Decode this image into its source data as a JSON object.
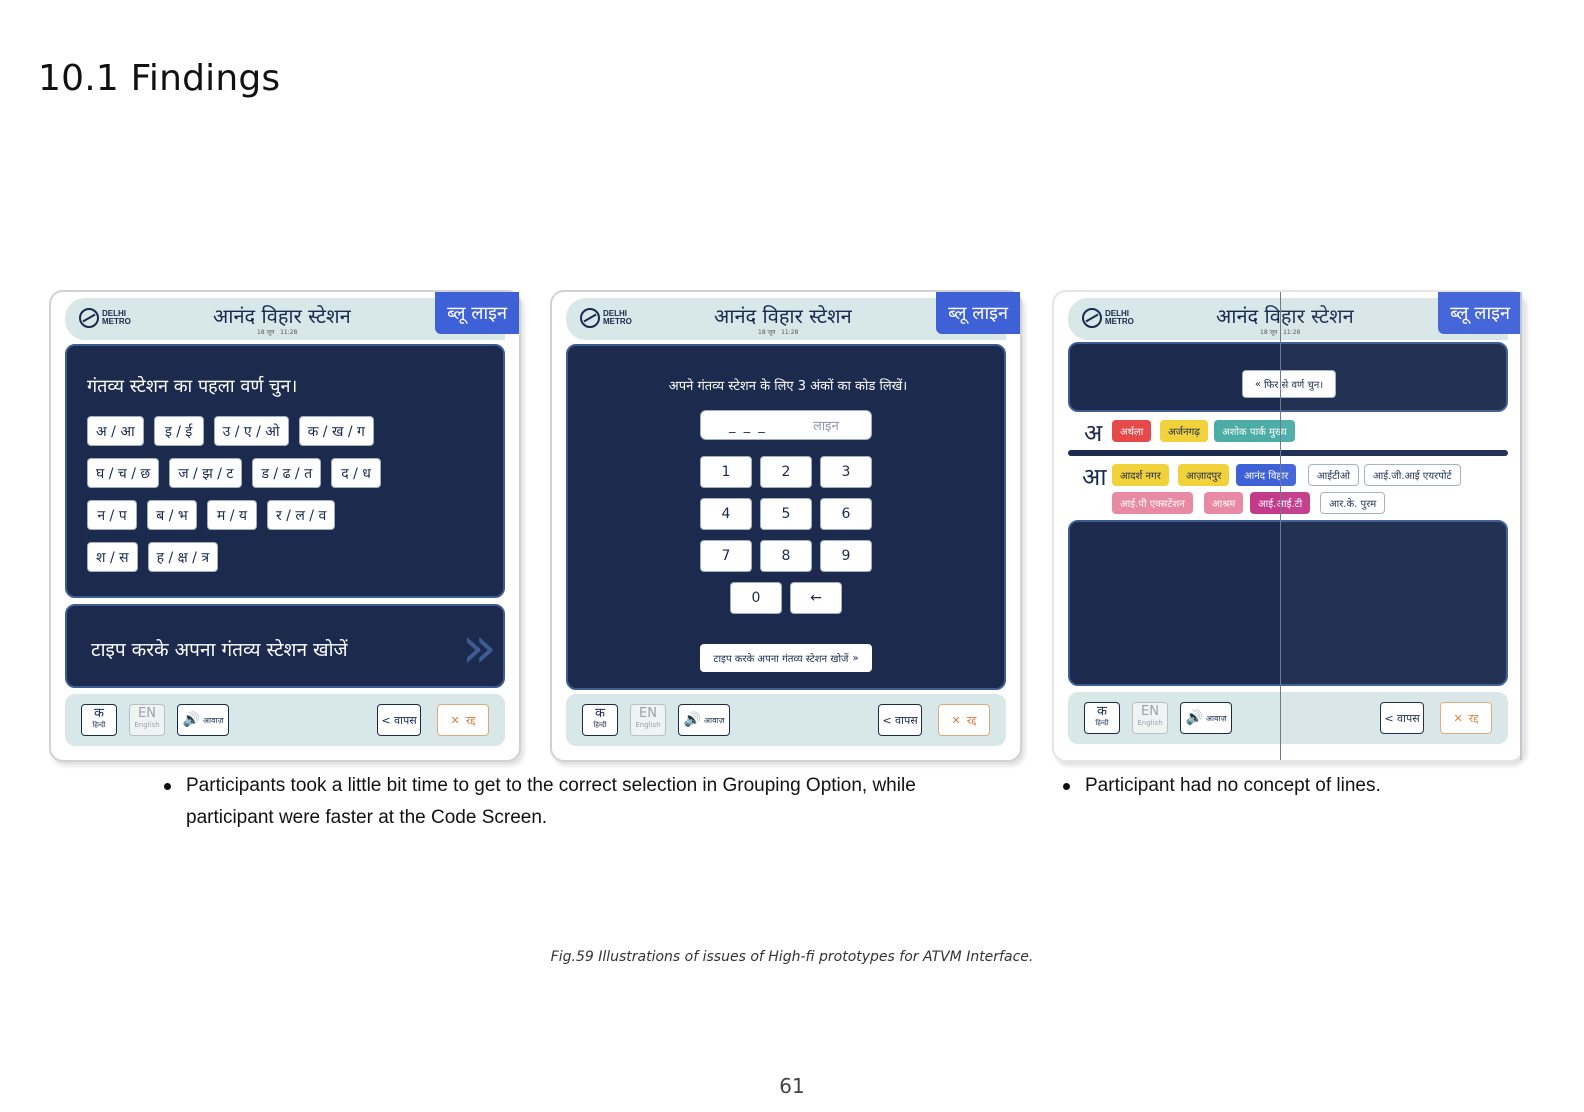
{
  "heading": "10.1 Findings",
  "kiosk_common": {
    "logo_line1": "DELHI",
    "logo_line2": "METRO",
    "station": "आनंद विहार स्टेशन",
    "date": "18 जून",
    "time": "11:28",
    "line": "ब्लू लाइन",
    "lang_hindi_char": "क",
    "lang_hindi_label": "हिन्दी",
    "lang_en_char": "EN",
    "lang_en_label": "English",
    "sound_label": "आवाज़",
    "back_label": "< वापस",
    "cancel_x": "✕",
    "cancel_label": "रद्द"
  },
  "screen1": {
    "prompt": "गंतव्य स्टेशन का पहला वर्ण चुन।",
    "rows": [
      [
        "अ / आ",
        "इ / ई",
        "उ / ए / ओ",
        "क / ख / ग"
      ],
      [
        "घ / च / छ",
        "ज / झ / ट",
        "ड / ढ / त",
        "द / ध"
      ],
      [
        "न / प",
        "ब / भ",
        "म / य",
        "र / ल / व"
      ],
      [
        "श / स",
        "ह / क्ष / त्र"
      ]
    ],
    "search_label": "टाइप करके अपना गंतव्य स्टेशन खोजें",
    "search_arrow": "»"
  },
  "screen2": {
    "prompt": "अपने गंतव्य स्टेशन के लिए 3 अंकों का कोड लिखें।",
    "code_mask": "_ _ _",
    "code_placeholder": "लाइन",
    "keys": [
      "1",
      "2",
      "3",
      "4",
      "5",
      "6",
      "7",
      "8",
      "9"
    ],
    "zero": "0",
    "backspace": "←",
    "search_label": "टाइप करके अपना गंतव्य स्टेशन खोजें",
    "search_arrow": "»"
  },
  "screen3": {
    "restart_label": "फिर से वर्ण चुन।",
    "restart_arrow": "«",
    "letter_a": "अ",
    "letter_aa": "आ",
    "row_a": [
      "अर्थला",
      "अर्जनगढ़",
      "अशोक पार्क मुख्य"
    ],
    "row_aa": [
      "आदर्श नगर",
      "आज़ादपुर",
      "आनंद विहार",
      "आईटीओ",
      "आई.जी.आई एयरपोर्ट"
    ],
    "row_aa2": [
      "आई.पी एक्सटेंशन",
      "आश्रम",
      "आई.आई.टी",
      "आर.के. पुरम"
    ],
    "colors": {
      "red": "#e5494a",
      "yellow": "#f1d23a",
      "teal": "#4caca6",
      "blue": "#3f61d8",
      "pink": "#e88aa3",
      "magenta": "#c33a8a"
    }
  },
  "bullet1": "Participants took a little bit time to get to the correct selection in Grouping Option, while participant were faster at the Code Screen.",
  "bullet2": "Participant had no concept of lines.",
  "caption": "Fig.59 Illustrations of issues of High-fi prototypes for ATVM Interface.",
  "page_number": "61"
}
